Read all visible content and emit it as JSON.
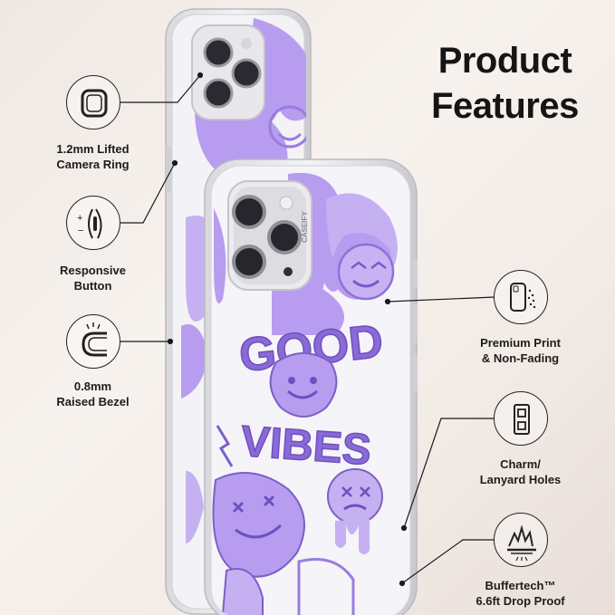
{
  "title": {
    "line1": "Product",
    "line2": "Features"
  },
  "features": [
    {
      "line1": "1.2mm Lifted",
      "line2": "Camera Ring",
      "icon": "camera-ring-icon"
    },
    {
      "line1": "Responsive",
      "line2": "Button",
      "icon": "button-icon"
    },
    {
      "line1": "0.8mm",
      "line2": "Raised Bezel",
      "icon": "bezel-icon"
    },
    {
      "line1": "Premium Print",
      "line2": "& Non-Fading",
      "icon": "print-icon"
    },
    {
      "line1": "Charm/",
      "line2": "Lanyard Holes",
      "icon": "lanyard-hole-icon"
    },
    {
      "line1": "Buffertech™",
      "line2": "6.6ft Drop Proof",
      "icon": "drop-proof-icon"
    }
  ],
  "case_print": {
    "text1": "GOOD",
    "text2": "VIBES",
    "brand": "CASEIFY",
    "accent": "#a98ae6",
    "accent_dark": "#7d5fc6"
  }
}
